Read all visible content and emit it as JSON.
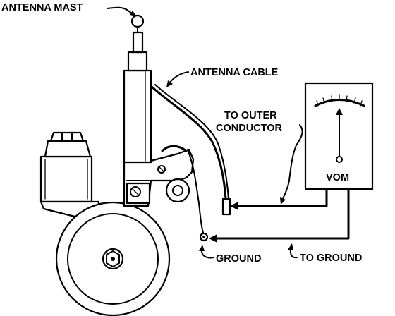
{
  "labels": {
    "antenna_mast": "ANTENNA MAST",
    "antenna_cable": "ANTENNA CABLE",
    "to_outer_line1": "TO OUTER",
    "to_outer_line2": "CONDUCTOR",
    "vom": "VOM",
    "ground": "GROUND",
    "to_ground": "TO GROUND"
  }
}
